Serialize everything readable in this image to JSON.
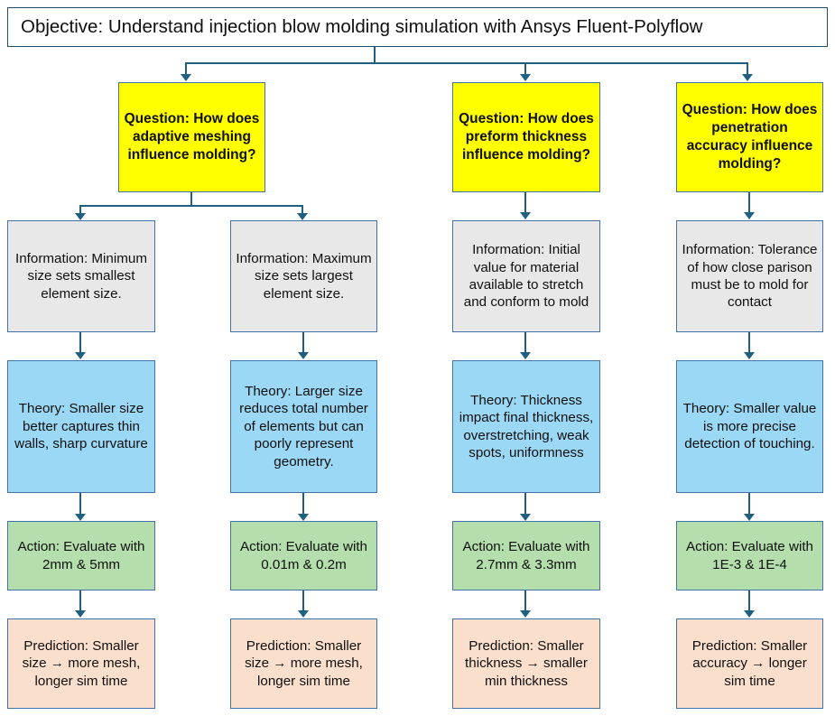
{
  "objective": {
    "text": "Objective: Understand injection blow molding simulation with Ansys Fluent-Polyflow"
  },
  "colors": {
    "question_fill": "#ffff00",
    "information_fill": "#e8e8e8",
    "theory_fill": "#9bd8f5",
    "action_fill": "#b4deab",
    "prediction_fill": "#fadfcd",
    "box_border": "#4472a8",
    "banner_border": "#1f4e68",
    "connector": "#1f6080"
  },
  "questions": [
    {
      "text": "Question: How does adaptive meshing influence molding?"
    },
    {
      "text": "Question: How does preform thickness influence molding?"
    },
    {
      "text": "Question: How does penetration accuracy influence molding?"
    }
  ],
  "columns": [
    {
      "information": "Information: Minimum size sets smallest element size.",
      "theory": "Theory: Smaller size better captures thin walls, sharp curvature",
      "action": "Action: Evaluate with 2mm & 5mm",
      "prediction": "Prediction: Smaller size → more mesh, longer sim time"
    },
    {
      "information": "Information: Maximum size sets largest element size.",
      "theory": "Theory: Larger size reduces total number of elements but can poorly represent geometry.",
      "action": "Action: Evaluate with 0.01m & 0.2m",
      "prediction": "Prediction: Smaller size → more mesh, longer sim time"
    },
    {
      "information": "Information: Initial value for material available to stretch and conform to mold",
      "theory": "Theory: Thickness impact final thickness, overstretching, weak spots, uniformness",
      "action": "Action: Evaluate with 2.7mm & 3.3mm",
      "prediction": "Prediction: Smaller thickness → smaller min thickness"
    },
    {
      "information": "Information: Tolerance of how close parison must be to mold for contact",
      "theory": "Theory: Smaller value is more precise detection of touching.",
      "action": "Action: Evaluate with 1E-3 & 1E-4",
      "prediction": "Prediction: Smaller accuracy → longer sim time"
    }
  ],
  "row_labels": {
    "question": "Question",
    "information": "Information",
    "theory": "Theory",
    "action": "Action",
    "prediction": "Prediction"
  }
}
